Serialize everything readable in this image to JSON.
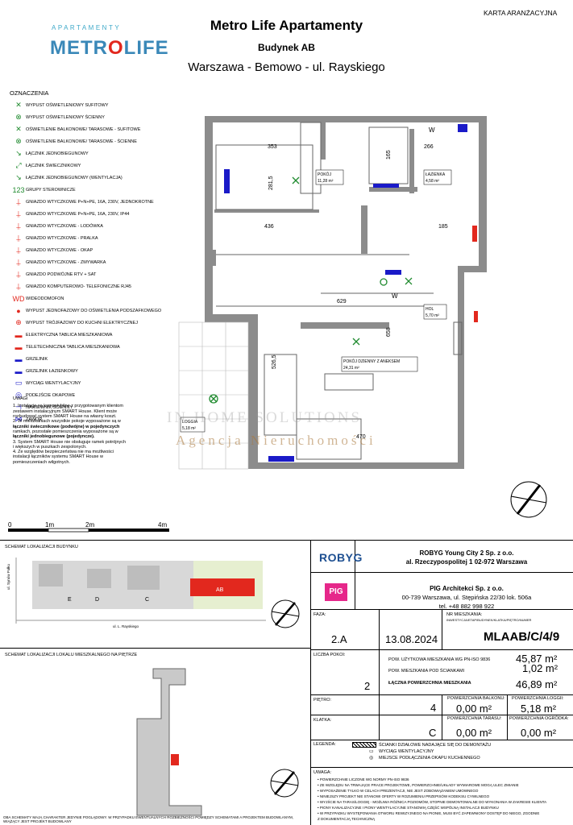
{
  "header": {
    "card_label": "KARTA ARANŻACYJNA",
    "title": "Metro Life Apartamenty",
    "building": "Budynek AB",
    "address": "Warszawa - Bemowo - ul. Rayskiego"
  },
  "logo": {
    "top": "APARTAMENTY",
    "main_left": "METR",
    "main_mid": "O",
    "main_right": "LIFE"
  },
  "legend": {
    "title": "OZNACZENIA",
    "items": [
      {
        "icon": "ceiling-light-icon",
        "label": "WYPUST OŚWIETLENIOWY SUFITOWY"
      },
      {
        "icon": "wall-light-icon",
        "label": "WYPUST OŚWIETLENIOWY ŚCIENNY"
      },
      {
        "icon": "balcony-ceiling-light-icon",
        "label": "OŚWIETLENIE BALKONOWE/ TARASOWE - SUFITOWE"
      },
      {
        "icon": "balcony-wall-light-icon",
        "label": "OŚWIETLENIE BALKONOWE/ TARASOWE - ŚCIENNE"
      },
      {
        "icon": "single-switch-icon",
        "label": "ŁĄCZNIK JEDNOBIEGUNOWY"
      },
      {
        "icon": "stair-switch-icon",
        "label": "ŁĄCZNIK ŚWIECZNIKOWY"
      },
      {
        "icon": "vent-switch-icon",
        "label": "ŁĄCZNIK JEDNOBIEGUNOWY (WENTYLACJA)"
      },
      {
        "icon": "control-group-icon",
        "label": "GRUPY STEROWNICZE"
      },
      {
        "icon": "socket-icon",
        "label": "GNIAZDO WTYCZKOWE P+N+PE, 16A, 230V, JEDNOKROTNE"
      },
      {
        "icon": "socket-ip44-icon",
        "label": "GNIAZDO WTYCZKOWE P+N+PE, 16A, 230V, IP44"
      },
      {
        "icon": "fridge-socket-icon",
        "label": "GNIAZDO WTYCZKOWE - LODÓWKA"
      },
      {
        "icon": "washer-socket-icon",
        "label": "GNIAZDO WTYCZKOWE - PRALKA"
      },
      {
        "icon": "hood-socket-icon",
        "label": "GNIAZDO WTYCZKOWE - OKAP"
      },
      {
        "icon": "dishwasher-socket-icon",
        "label": "GNIAZDO WTYCZKOWE - ZMYWARKA"
      },
      {
        "icon": "rtv-socket-icon",
        "label": "GNIAZDO PODWÓJNE RTV + SAT"
      },
      {
        "icon": "rj45-socket-icon",
        "label": "GNIAZDO KOMPUTEROWO- TELEFONICZNE RJ45"
      },
      {
        "icon": "intercom-icon",
        "label": "WIDEODOMOFON"
      },
      {
        "icon": "cabinet-light-outlet-icon",
        "label": "WYPUST JEDNOFAZOWY DO OŚWIETLENIA PODSZAFKOWEGO"
      },
      {
        "icon": "stove-outlet-icon",
        "label": "WYPUST TRÓJFAZOWY DO KUCHNI ELEKTRYCZNEJ"
      },
      {
        "icon": "electric-panel-icon",
        "label": "ELEKTRYCZNA TABLICA MIESZKANIOWA"
      },
      {
        "icon": "telecom-panel-icon",
        "label": "TELETECHNICZNA TABLICA MIESZKANIOWA"
      },
      {
        "icon": "radiator-icon",
        "label": "GRZEJNIK"
      },
      {
        "icon": "bathroom-radiator-icon",
        "label": "GRZEJNIK ŁAZIENKOWY"
      },
      {
        "icon": "vent-outlet-icon",
        "label": "WYCIĄG WENTYLACYJNY"
      },
      {
        "icon": "hood-connection-icon",
        "label": "PODEJŚCIE OKAPOWE"
      },
      {
        "icon": "air-inlet-icon",
        "label": "NAWIEWNIK ŚCIENNY"
      },
      {
        "icon": "valve-icon",
        "label": "ZAWÓR"
      }
    ],
    "symbols": [
      "✕",
      "⊗",
      "✕",
      "⊗",
      "↘",
      "⤢",
      "↘",
      "123",
      "⍊",
      "⍊",
      "⍊",
      "⍊",
      "⍊",
      "⍊",
      "⍊",
      "⍊",
      "WD",
      "●",
      "⊕",
      "▬",
      "▬",
      "▬",
      "▬",
      "▭",
      "◎",
      "⊣",
      "⋈"
    ]
  },
  "notes": {
    "title": "UWAGI",
    "lines": [
      "1. Instalacje są kompatybilne z przygotowanym klientom",
      "zestawem instalacyjnym SMART House. Klient może",
      "rozbudować system SMART House na własny koszt.",
      "2. W mieszkaniach wszystkie pokoje wyposażone są w",
      "łączniki świecznikowe (podwójne) w pojedynczych",
      "ramkach, pozostałe pomieszczenia wyposażone są w",
      "łączniki jednobiegunowe (pojedyncze).",
      "3. System SMART House nie obsługuje ramek potrójnych",
      "i większych w puszkach zespolonych.",
      "4. Ze względów bezpieczeństwa nie ma możliwości",
      "instalacji łączników systemu SMART House w",
      "pomieszczeniach wilgotnych."
    ]
  },
  "scale": {
    "labels": [
      "0",
      "1m",
      "2m",
      "4m"
    ]
  },
  "plan": {
    "dims": [
      "353",
      "281,5",
      "165",
      "266",
      "436",
      "185",
      "629",
      "658",
      "526,5",
      "470"
    ],
    "rooms": [
      {
        "name": "POKÓJ",
        "area": "11,28 m²"
      },
      {
        "name": "ŁAZIENKA",
        "area": "4,58 m²"
      },
      {
        "name": "HOL",
        "area": "5,70 m²"
      },
      {
        "name": "POKÓJ DZIENNY Z ANEKSEM",
        "area": "24,31 m²"
      },
      {
        "name": "LOGGIA",
        "area": "5,18 m²"
      }
    ],
    "markers": [
      "W",
      "W"
    ]
  },
  "watermark": {
    "line1": "IN HOME SOLUTIONS",
    "line2": "Agencja Nieruchomości"
  },
  "site_schema": {
    "title": "SCHEMAT LOKALIZACJI BUDYNKU",
    "street": "ul. L. Rayskiego",
    "side_street": "ul. Synów Pułku",
    "labels": [
      "E",
      "D",
      "C",
      "AB"
    ]
  },
  "floor_schema": {
    "title": "SCHEMAT LOKALIZACJI LOKALU MIESZKALNEGO NA PIĘTRZE"
  },
  "footer_note": "OBA SCHEMATY MAJĄ CHARAKTER JEDYNIE POGLĄDOWY. W PRZYPADKU EWENTUALNYCH ROZBIEŻNOŚCI POMIĘDZY SCHEMATAMI A PROJEKTEM BUDOWLANYM, WIĄŻĄCY JEST PROJEKT BUDOWLANY",
  "investor": {
    "logo": "ROBYG",
    "name": "ROBYG Young City 2 Sp. z o.o.",
    "address": "al. Rzeczypospolitej 1 02-972 Warszawa"
  },
  "architect": {
    "logo": "PIG",
    "name": "PIG Architekci Sp. z o.o.",
    "address": "00-739 Warszawa, ul. Stępińska 22/30 lok. 506a",
    "phone": "tel. +48 882 998 922"
  },
  "unit": {
    "phase_label": "FAZA:",
    "phase": "2.A",
    "date": "13.08.2024",
    "number_label": "NR MIESZKANIA:",
    "number_sub": "INWESTYCJA/ETAP/BUDYNEK/KLATKA/PIĘTRO/NUMER",
    "number": "MLAAB/C/4/9",
    "rooms_label": "LICZBA POKOI:",
    "rooms": "2",
    "usable_label": "POW. UŻYTKOWA MIESZKANIA WG PN-ISO 9836",
    "usable": "45,87 m²",
    "under_walls_label": "POW. MIESZKANIA POD ŚCIANKAMI",
    "under_walls": "1,02 m²",
    "total_label": "ŁĄCZNA POWIERZCHNIA MIESZKANIA",
    "total": "46,89 m²",
    "floor_label": "PIĘTRO:",
    "floor": "4",
    "balcony_label": "POWIERZCHNIA BALKONU:",
    "balcony": "0,00 m²",
    "loggia_label": "POWIERZCHNIA LOGGII:",
    "loggia": "5,18 m²",
    "stair_label": "KLATKA:",
    "stair": "C",
    "terrace_label": "POWIERZCHNIA TARASU:",
    "terrace": "0,00 m²",
    "garden_label": "POWIERZCHNIA OGRÓDKA:",
    "garden": "0,00 m²"
  },
  "legend2": {
    "title": "LEGENDA:",
    "items": [
      "ŚCIANKI DZIAŁOWE NADAJĄCE SIĘ DO DEMONTAŻU",
      "WYCIĄG WENTYLACYJNY",
      "MIEJSCE PODŁĄCZENIA OKAPU KUCHENNEGO"
    ]
  },
  "remarks": {
    "title": "UWAGA:",
    "lines": [
      "• POWIERZCHNIE LICZONE WG NORMY PN-ISO 9836",
      "• ZE WZGLĘDU NA TRWAJĄCE PRACE PROJEKTOWE, POWIERZCHNIE/UKŁADY WYMIAROWE MOGĄ ULEC ZMIANIE",
      "• WYPOSAŻENIE TYLKO W CELACH PREZENTACJI, NIE JEST ZOBOWIĄZANIEM UMOWNEGO",
      "• NINIEJSZY PROJEKT NIE STANOWI OFERTY W ROZUMIENIU PRZEPISÓW KODEKSU CYWILNEGO",
      "• WYJŚCIE NA TARAS/LOGGIĘ - MOŻLIWA RÓŻNICA POZIOMÓW, STOPNIE DEMONTOWALNE DO WYKONANIA W ZAKRESIE KLIENTA",
      "• PIONY KANALIZACYJNE I PIONY WENTYLACYJNE STANOWIĄ CZĘŚĆ WSPÓLNĄ INSTALACJI BUDYNKU",
      "• W PRZYPADKU WYSTĘPOWANIA OTWORU REWIZYJNEGO NA PIONIE, MUSI BYĆ ZAPEWNIONY DOSTĘP DO NIEGO, ZGODNIE",
      "  Z DOKUMENTACJĄ TECHNICZNĄ"
    ]
  },
  "colors": {
    "logo_blue": "#3a88b8",
    "logo_red": "#e2281e",
    "pig_pink": "#e6278a",
    "robyg_blue": "#1d4f91",
    "green_symbol": "#1f8a2e",
    "radiator_blue": "#1a1ac8",
    "highlight_red": "#e2281e"
  }
}
